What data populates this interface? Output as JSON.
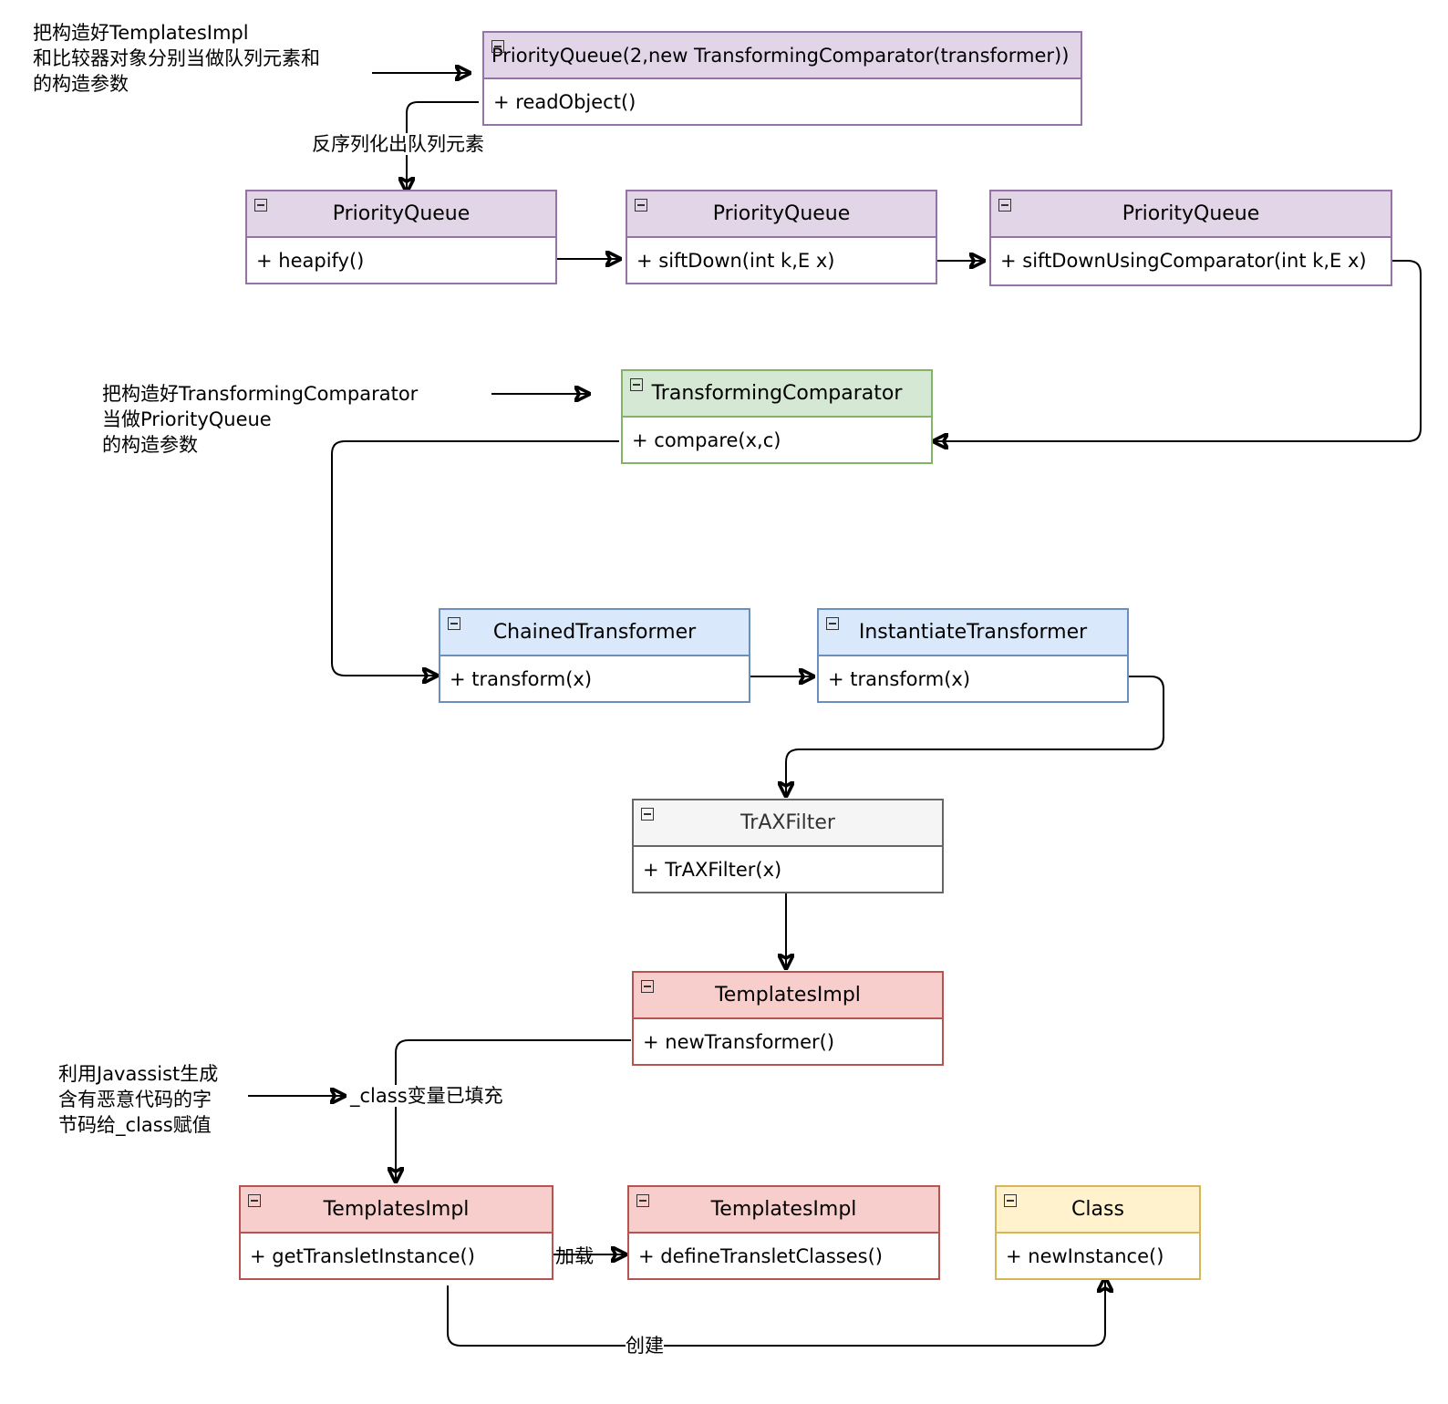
{
  "nodes": {
    "pq_ctor": {
      "title": "PriorityQueue(2,new TransformingComparator(transformer))",
      "method": "+ readObject()"
    },
    "pq_heapify": {
      "title": "PriorityQueue",
      "method": "+ heapify()"
    },
    "pq_siftdown": {
      "title": "PriorityQueue",
      "method": "+ siftDown(int k,E x)"
    },
    "pq_siftcmp": {
      "title": "PriorityQueue",
      "method": "+ siftDownUsingComparator(int k,E x)"
    },
    "tcomp": {
      "title": "TransformingComparator",
      "method": "+ compare(x,c)"
    },
    "chained": {
      "title": "ChainedTransformer",
      "method": "+ transform(x)"
    },
    "instantiate": {
      "title": "InstantiateTransformer",
      "method": "+ transform(x)"
    },
    "traxfilter": {
      "title": "TrAXFilter",
      "method": "+ TrAXFilter(x)"
    },
    "templates_new": {
      "title": "TemplatesImpl",
      "method": "+ newTransformer()"
    },
    "templates_get": {
      "title": "TemplatesImpl",
      "method": "+ getTransletInstance()"
    },
    "templates_define": {
      "title": "TemplatesImpl",
      "method": "+ defineTransletClasses()"
    },
    "class_node": {
      "title": "Class",
      "method": "+ newInstance()"
    }
  },
  "notes": {
    "note_templates": "把构造好TemplatesImpl\n和比较器对象分别当做队列元素和\n的构造参数",
    "note_comparator": "把构造好TransformingComparator\n当做PriorityQueue\n的构造参数",
    "note_javassist": "利用Javassist生成\n含有恶意代码的字\n节码给_class赋值"
  },
  "edge_labels": {
    "deserialize": "反序列化出队列元素",
    "class_filled": "_class变量已填充",
    "load": "加载",
    "create": "创建"
  }
}
